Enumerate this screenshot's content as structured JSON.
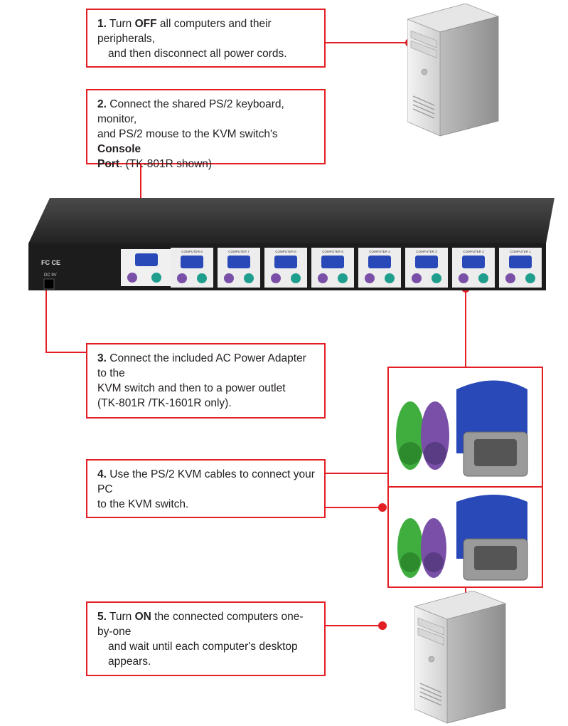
{
  "steps": [
    {
      "number": "1.",
      "pre": "Turn ",
      "bold": "OFF",
      "post": " all computers and their peripherals,",
      "line2": "and then disconnect all power cords."
    },
    {
      "number": "2.",
      "l1": "Connect the shared PS/2 keyboard, monitor,",
      "l2_pre": "and PS/2 mouse to the KVM switch's ",
      "l2_bold": "Console",
      "l3_bold": "Port",
      ". ": "",
      "l3_post": ". (TK-801R shown)"
    },
    {
      "number": "3.",
      "l1": "Connect the included AC Power Adapter to the",
      "l2": "KVM switch and then to a power outlet",
      "l3": "(TK-801R /TK-1601R only)."
    },
    {
      "number": "4.",
      "l1": "Use the PS/2 KVM cables to connect your PC",
      "l2": "to the KVM switch."
    },
    {
      "number": "5.",
      "pre": "Turn ",
      "bold": "ON",
      "post": " the connected computers one-by-one",
      "l2": "and wait until each computer's desktop",
      "l3": "appears."
    }
  ],
  "device": {
    "ports": [
      "COMPUTER 8",
      "COMPUTER 7",
      "COMPUTER 6",
      "COMPUTER 5",
      "COMPUTER 4",
      "COMPUTER 3",
      "COMPUTER 2",
      "COMPUTER 1"
    ],
    "power_label": "DC 9V"
  },
  "colors": {
    "accent": "#e31e24",
    "device": "#2b2b2b",
    "vga": "#2a49b8",
    "kb": "#7a4fa8",
    "mouse": "#1f9e8e",
    "green": "#3fae3f"
  }
}
